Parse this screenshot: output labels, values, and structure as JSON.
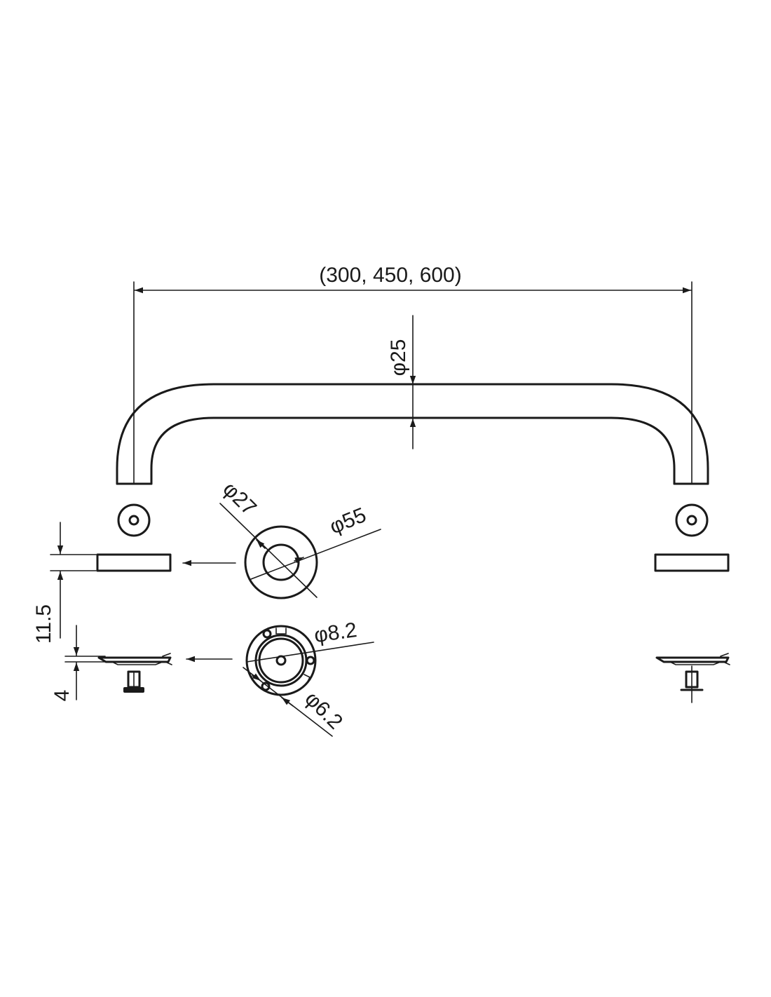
{
  "dimensions": {
    "overall_length": "(300, 450, 600)",
    "tube_diameter": "φ25",
    "rose_inner_diameter": "φ27",
    "rose_outer_diameter": "φ55",
    "rose_height": "11.5",
    "base_thickness": "4",
    "hole_diameter_large": "φ8.2",
    "hole_diameter_small": "φ6.2"
  },
  "colors": {
    "ink": "#1a1a1a",
    "paper": "#ffffff"
  }
}
